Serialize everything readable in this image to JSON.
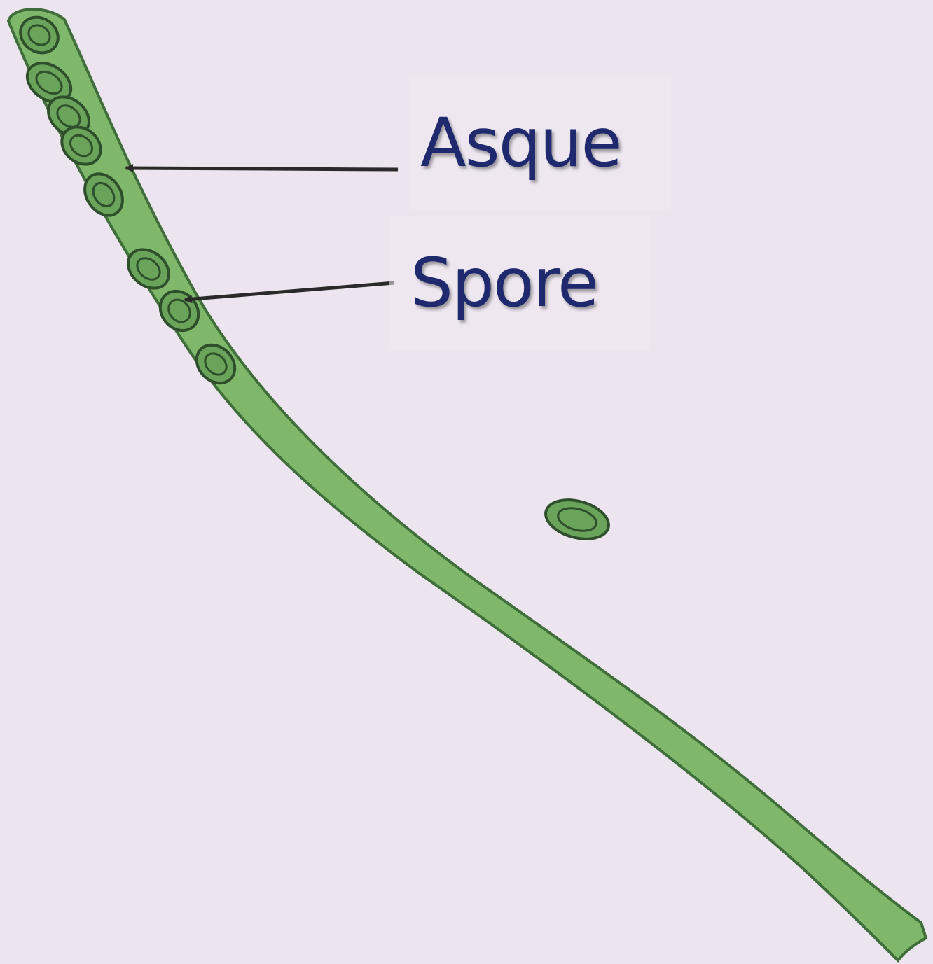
{
  "labels": {
    "asque": "Asque",
    "spore": "Spore"
  },
  "colors": {
    "background": "#ece4ee",
    "label_text": "#1f2a6e",
    "ascus_fill": "#7fb86a",
    "ascus_outline": "#3f6e3a",
    "spore_fill": "#6aa35a",
    "spore_outline": "#2f4f2c",
    "arrow": "#2a2a2a"
  },
  "icons": {
    "ascus": "ascus-illustration",
    "spore": "spore-illustration",
    "arrow": "pointer-arrow"
  }
}
